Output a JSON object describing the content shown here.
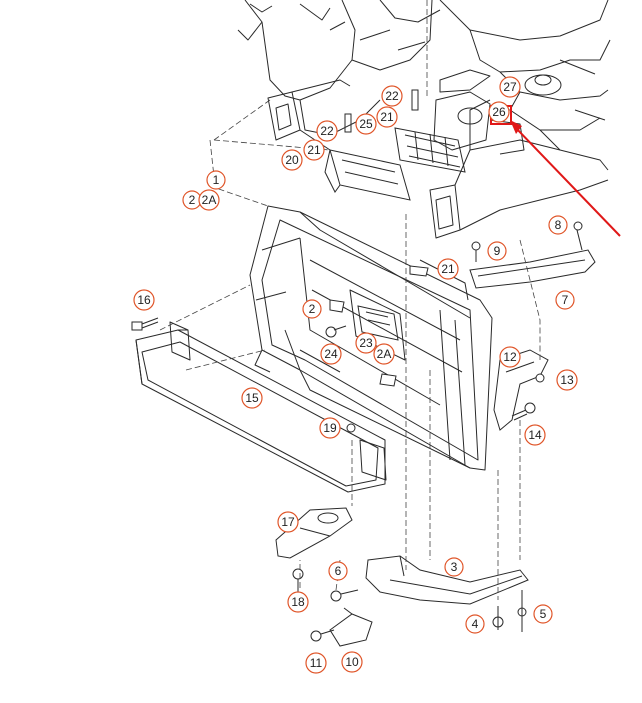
{
  "callout_color": "#e0562a",
  "highlight_color": "#e01818",
  "line_color": "#2a2a2a",
  "callouts": [
    {
      "id": "c1",
      "label": "1"
    },
    {
      "id": "c2",
      "label": "2"
    },
    {
      "id": "c2a",
      "label": "2A"
    },
    {
      "id": "c2b",
      "label": "2"
    },
    {
      "id": "c2c",
      "label": "2A"
    },
    {
      "id": "c3",
      "label": "3"
    },
    {
      "id": "c4",
      "label": "4"
    },
    {
      "id": "c5",
      "label": "5"
    },
    {
      "id": "c6",
      "label": "6"
    },
    {
      "id": "c7",
      "label": "7"
    },
    {
      "id": "c8",
      "label": "8"
    },
    {
      "id": "c9",
      "label": "9"
    },
    {
      "id": "c10",
      "label": "10"
    },
    {
      "id": "c11",
      "label": "11"
    },
    {
      "id": "c12",
      "label": "12"
    },
    {
      "id": "c13",
      "label": "13"
    },
    {
      "id": "c14",
      "label": "14"
    },
    {
      "id": "c15",
      "label": "15"
    },
    {
      "id": "c16",
      "label": "16"
    },
    {
      "id": "c17",
      "label": "17"
    },
    {
      "id": "c18",
      "label": "18"
    },
    {
      "id": "c19",
      "label": "19"
    },
    {
      "id": "c20",
      "label": "20"
    },
    {
      "id": "c21a",
      "label": "21"
    },
    {
      "id": "c21b",
      "label": "21"
    },
    {
      "id": "c21c",
      "label": "21"
    },
    {
      "id": "c22a",
      "label": "22"
    },
    {
      "id": "c22b",
      "label": "22"
    },
    {
      "id": "c23",
      "label": "23"
    },
    {
      "id": "c24",
      "label": "24"
    },
    {
      "id": "c25",
      "label": "25"
    },
    {
      "id": "c26",
      "label": "26"
    },
    {
      "id": "c27",
      "label": "27"
    }
  ]
}
